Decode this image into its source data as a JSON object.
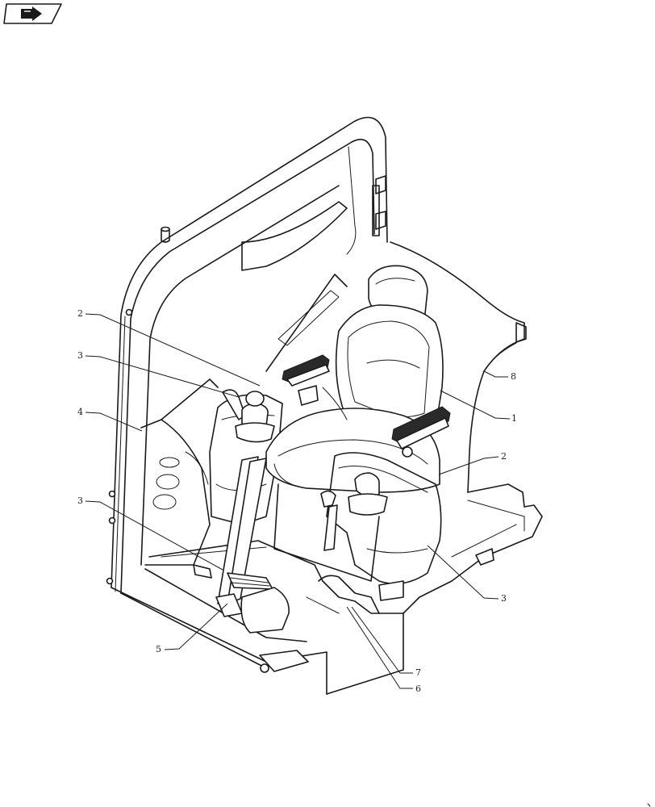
{
  "nav": {
    "icon": "arrow-right-icon"
  },
  "callouts": [
    {
      "id": "c1",
      "text": "2"
    },
    {
      "id": "c2",
      "text": "3"
    },
    {
      "id": "c3",
      "text": "4"
    },
    {
      "id": "c4",
      "text": "3"
    },
    {
      "id": "c5",
      "text": "5"
    },
    {
      "id": "c6",
      "text": "8"
    },
    {
      "id": "c7",
      "text": "1"
    },
    {
      "id": "c8",
      "text": "2"
    },
    {
      "id": "c9",
      "text": "3"
    },
    {
      "id": "c10",
      "text": "7"
    },
    {
      "id": "c11",
      "text": "6"
    }
  ],
  "colors": {
    "line": "#1a1a1a",
    "background": "#ffffff",
    "shade": "#e6e6e6"
  }
}
